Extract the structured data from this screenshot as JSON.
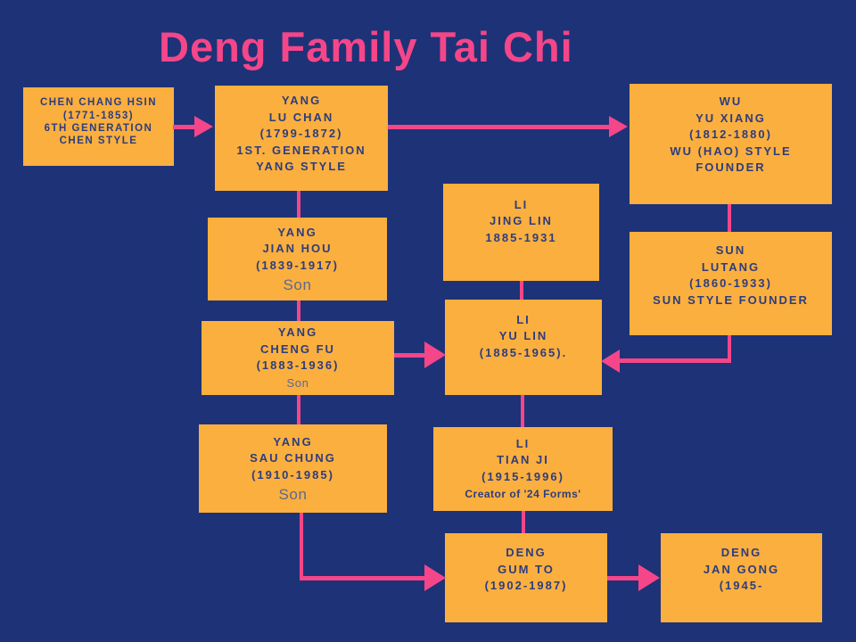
{
  "title": "Deng Family Tai Chi",
  "colors": {
    "background": "#1e3277",
    "box_fill": "#fbaf3e",
    "accent_pink": "#f44689",
    "box_text_navy": "#2c3d7f",
    "note_gray": "#5d6992"
  },
  "nodes": [
    {
      "id": "chen-chang-hsin",
      "lines": [
        "CHEN CHANG HSIN",
        "(1771-1853)",
        "6TH GENERATION",
        "CHEN STYLE"
      ]
    },
    {
      "id": "yang-lu-chan",
      "lines": [
        "YANG",
        "LU CHAN",
        "(1799-1872)",
        "1ST. GENERATION",
        "YANG STYLE"
      ]
    },
    {
      "id": "wu-yu-xiang",
      "lines": [
        "WU",
        "YU XIANG",
        "(1812-1880)",
        "WU (HAO) STYLE",
        "FOUNDER"
      ]
    },
    {
      "id": "yang-jian-hou",
      "lines": [
        "YANG",
        "JIAN HOU",
        "(1839-1917)"
      ],
      "note": "Son"
    },
    {
      "id": "li-jing-lin",
      "lines": [
        "LI",
        "JING LIN",
        "1885-1931"
      ]
    },
    {
      "id": "sun-lutang",
      "lines": [
        "SUN",
        "LUTANG",
        "(1860-1933)",
        "SUN STYLE FOUNDER"
      ]
    },
    {
      "id": "yang-cheng-fu",
      "lines": [
        "YANG",
        "CHENG FU",
        "(1883-1936)"
      ],
      "note": "Son"
    },
    {
      "id": "li-yu-lin",
      "lines": [
        "LI",
        "YU LIN",
        "(1885-1965)."
      ]
    },
    {
      "id": "yang-sau-chung",
      "lines": [
        "YANG",
        "SAU CHUNG",
        "(1910-1985)"
      ],
      "note": "Son"
    },
    {
      "id": "li-tian-ji",
      "lines": [
        "LI",
        "TIAN JI",
        "(1915-1996)"
      ],
      "note": "Creator of '24 Forms'"
    },
    {
      "id": "deng-gum-to",
      "lines": [
        "DENG",
        "GUM TO",
        "(1902-1987)"
      ]
    },
    {
      "id": "deng-jan-gong",
      "lines": [
        "DENG",
        "JAN GONG",
        "(1945-"
      ]
    }
  ],
  "connections": [
    {
      "from": "chen-chang-hsin",
      "to": "yang-lu-chan",
      "style": "arrow"
    },
    {
      "from": "yang-lu-chan",
      "to": "wu-yu-xiang",
      "style": "arrow"
    },
    {
      "from": "yang-lu-chan",
      "to": "yang-jian-hou",
      "style": "line"
    },
    {
      "from": "yang-jian-hou",
      "to": "yang-cheng-fu",
      "style": "line"
    },
    {
      "from": "yang-cheng-fu",
      "to": "li-yu-lin",
      "style": "arrow"
    },
    {
      "from": "yang-cheng-fu",
      "to": "yang-sau-chung",
      "style": "line"
    },
    {
      "from": "wu-yu-xiang",
      "to": "sun-lutang",
      "style": "line"
    },
    {
      "from": "sun-lutang",
      "to": "li-yu-lin",
      "style": "arrow"
    },
    {
      "from": "li-jing-lin",
      "to": "li-yu-lin",
      "style": "line"
    },
    {
      "from": "li-yu-lin",
      "to": "li-tian-ji",
      "style": "line"
    },
    {
      "from": "li-tian-ji",
      "to": "deng-gum-to",
      "style": "line"
    },
    {
      "from": "yang-sau-chung",
      "to": "deng-gum-to",
      "style": "arrow"
    },
    {
      "from": "deng-gum-to",
      "to": "deng-jan-gong",
      "style": "arrow"
    }
  ]
}
